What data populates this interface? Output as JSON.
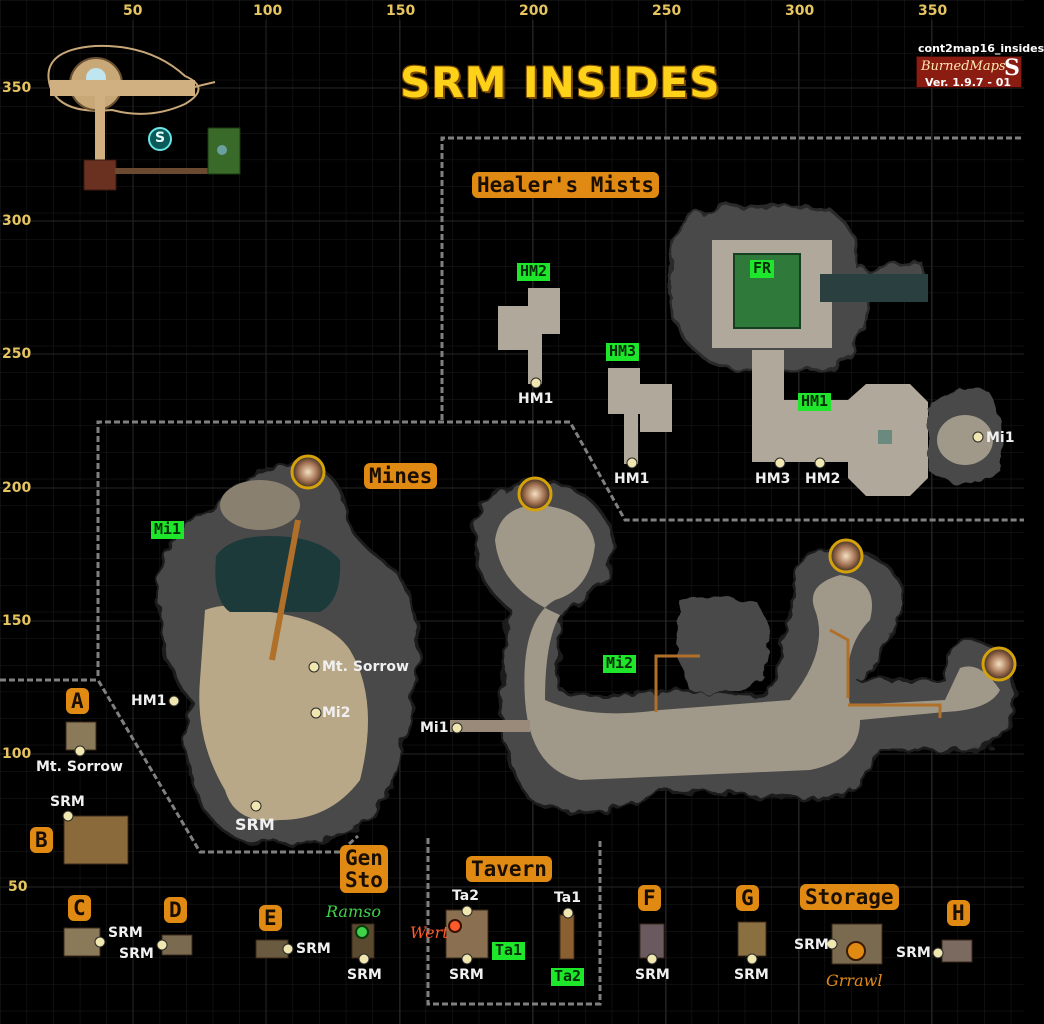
{
  "title": "SRM INSIDES",
  "map_id": "cont2map16_insides",
  "brand": "BurnedMaps",
  "brand_logo": "S",
  "version": "Ver. 1.9.7 - 01",
  "axis_x": [
    "50",
    "100",
    "150",
    "200",
    "250",
    "300",
    "350"
  ],
  "axis_y": [
    "350",
    "300",
    "250",
    "200",
    "150",
    "100",
    "50"
  ],
  "minimap_marker": "S",
  "areas": {
    "healers_mists": "Healer's Mists",
    "mines": "Mines",
    "tavern": "Tavern",
    "gen_sto_1": "Gen",
    "gen_sto_2": "Sto",
    "storage": "Storage"
  },
  "room_codes": {
    "a": "A",
    "b": "B",
    "c": "C",
    "d": "D",
    "e": "E",
    "f": "F",
    "g": "G",
    "h": "H"
  },
  "zones": {
    "hm1": "HM1",
    "hm2": "HM2",
    "hm3": "HM3",
    "fr": "FR",
    "mi1": "Mi1",
    "mi2": "Mi2",
    "ta1": "Ta1",
    "ta2": "Ta2"
  },
  "exits": {
    "hm1_from_hm2": "HM1",
    "hm1_from_hm3": "HM1",
    "hm3": "HM3",
    "hm2": "HM2",
    "mi1_east": "Mi1",
    "mt_sorrow_mines": "Mt. Sorrow",
    "hm1_mines": "HM1",
    "mi2_mines": "Mi2",
    "mi1_mines": "Mi1",
    "srm_mines": "SRM",
    "mt_sorrow_a": "Mt. Sorrow",
    "srm_b": "SRM",
    "srm_c": "SRM",
    "srm_d": "SRM",
    "srm_e": "SRM",
    "srm_gensto": "SRM",
    "ta2_tavern": "Ta2",
    "srm_tavern": "SRM",
    "ta1_tavern": "Ta1",
    "srm_f": "SRM",
    "srm_g": "SRM",
    "srm_storage": "SRM",
    "srm_h": "SRM"
  },
  "npcs": {
    "ramso": "Ramso",
    "wert": "Wert",
    "grrawl": "Grrawl"
  },
  "colors": {
    "title": "#ffd21a",
    "area_label": "#e08a14",
    "zone_label": "#1ee62a",
    "border": "#7a7a7a",
    "npc_ramso": "#3fd24a",
    "npc_wert": "#ff5a2a",
    "npc_grrawl": "#e08a14"
  }
}
